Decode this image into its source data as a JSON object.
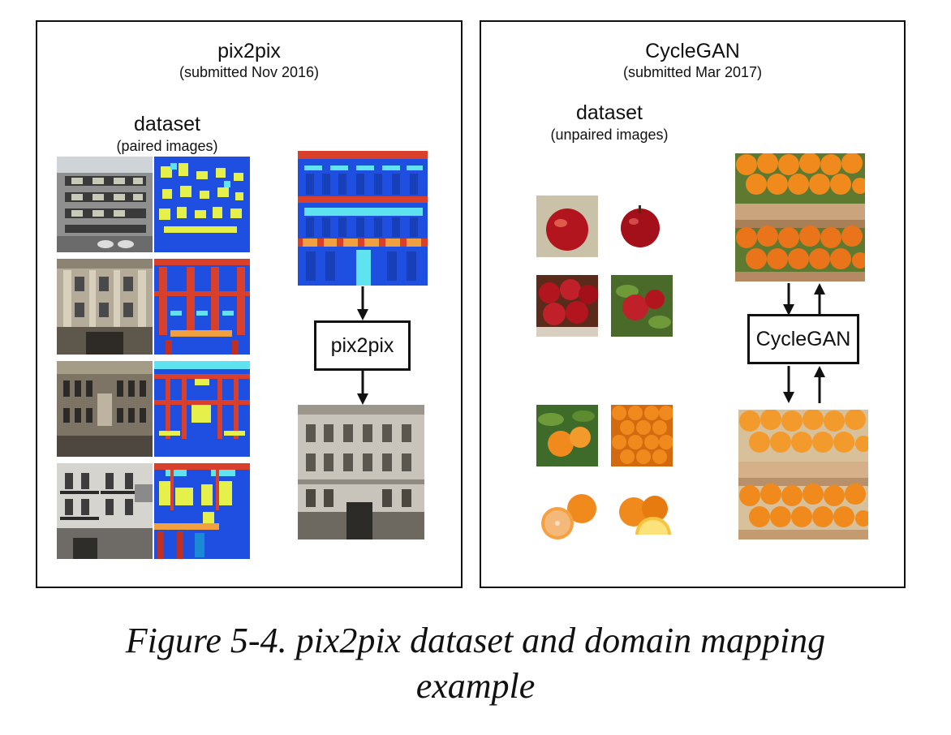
{
  "pix2pix": {
    "title": "pix2pix",
    "submitted": "(submitted Nov 2016)",
    "dataset_label": "dataset",
    "dataset_sub": "(paired images)",
    "box_label": "pix2pix"
  },
  "cyclegan": {
    "title": "CycleGAN",
    "submitted": "(submitted Mar 2017)",
    "dataset_label": "dataset",
    "dataset_sub": "(unpaired images)",
    "box_label": "CycleGAN"
  },
  "caption": {
    "line1": "Figure 5-4. pix2pix dataset and domain mapping",
    "line2": "example"
  },
  "colors": {
    "facade_blue": "#1f4fe0",
    "facade_red": "#d9402c",
    "facade_cyan": "#5fe3f0",
    "facade_yellow": "#e6f04a",
    "facade_orange": "#f0a040",
    "apple_red": "#b3151f",
    "orange": "#f08a1c"
  }
}
